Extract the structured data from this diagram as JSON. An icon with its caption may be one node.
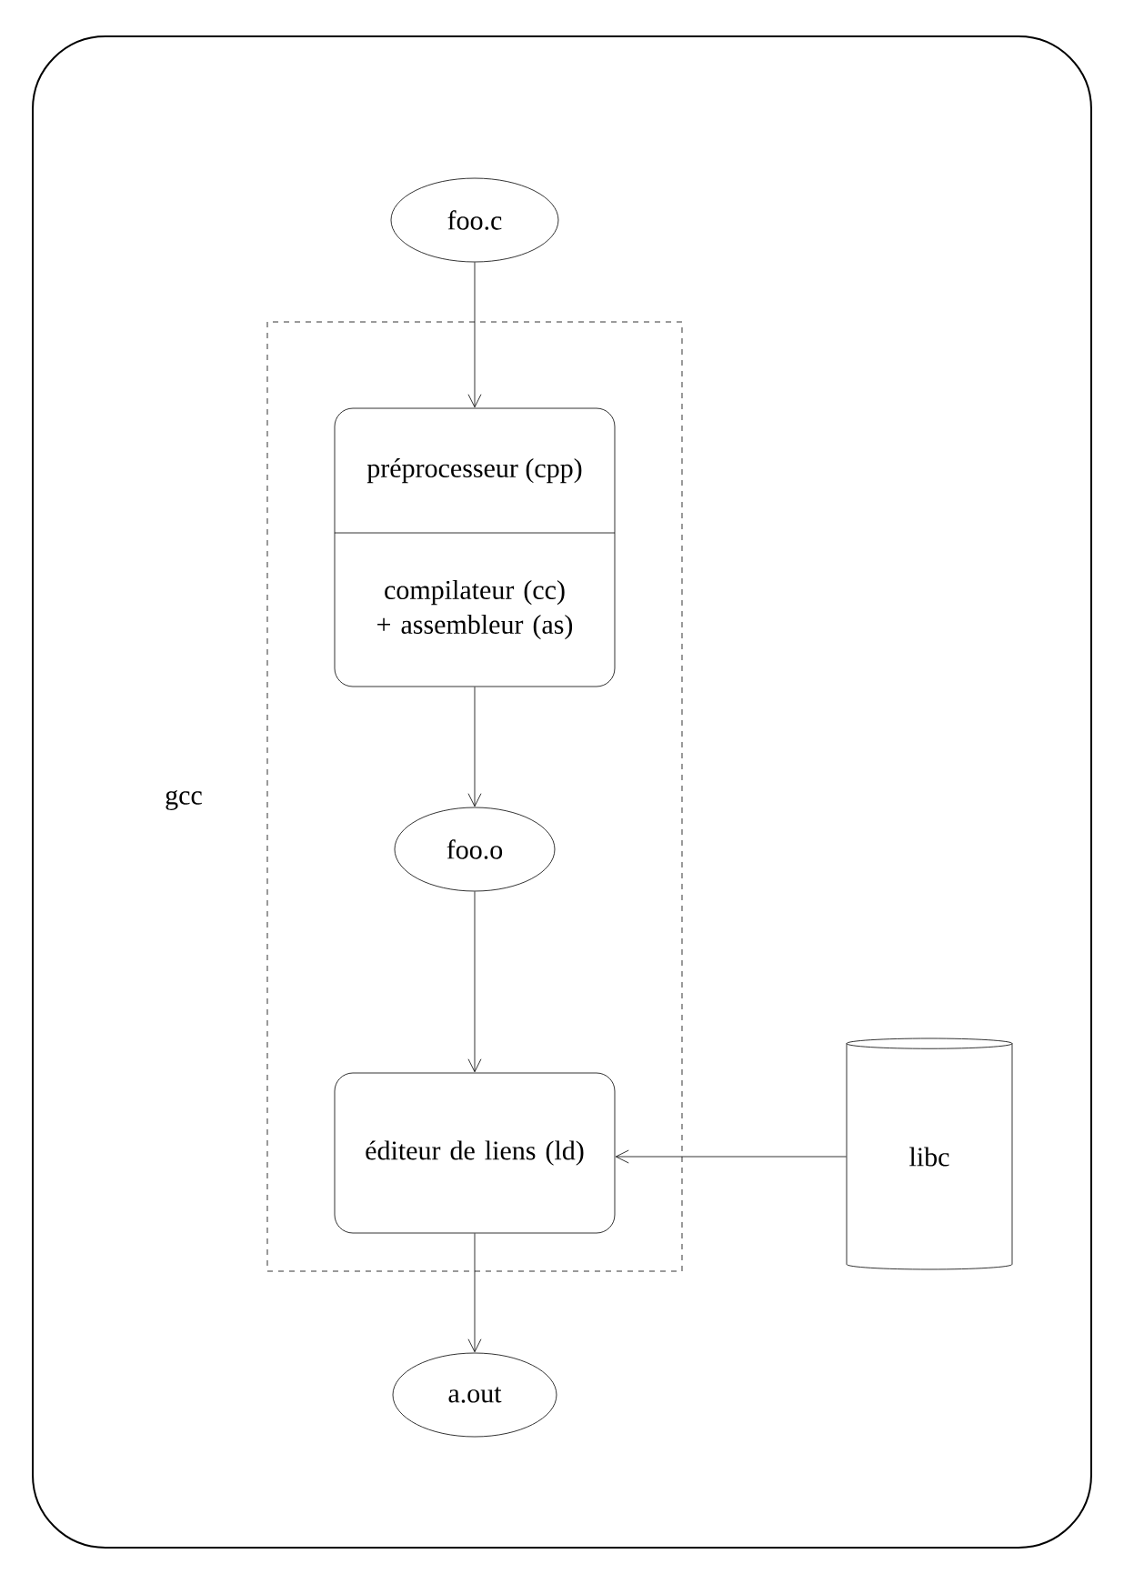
{
  "diagram": {
    "nodes": [
      {
        "text": [
          "gcc"
        ]
      },
      {
        "text": [
          "foo.c"
        ]
      },
      {
        "text": [
          "préprocesseur (cpp)",
          "compilateur (cc) + assembleur (as)"
        ],
        "in": 0
      },
      {
        "text": [
          "foo.o"
        ],
        "in": 0
      },
      {
        "text": [
          "éditeur de liens (ld)"
        ],
        "in": 0
      },
      {
        "text": [
          "libc"
        ]
      },
      {
        "text": [
          "a.out"
        ]
      }
    ],
    "edges": [
      {
        "from": 1,
        "to": 2,
        "arrow": "to"
      },
      {
        "from": 2,
        "to": 3,
        "arrow": "to"
      },
      {
        "from": 3,
        "to": 4,
        "arrow": "to"
      },
      {
        "from": 5,
        "to": 4,
        "arrow": "to"
      },
      {
        "from": 4,
        "to": 6,
        "arrow": "to"
      }
    ]
  }
}
